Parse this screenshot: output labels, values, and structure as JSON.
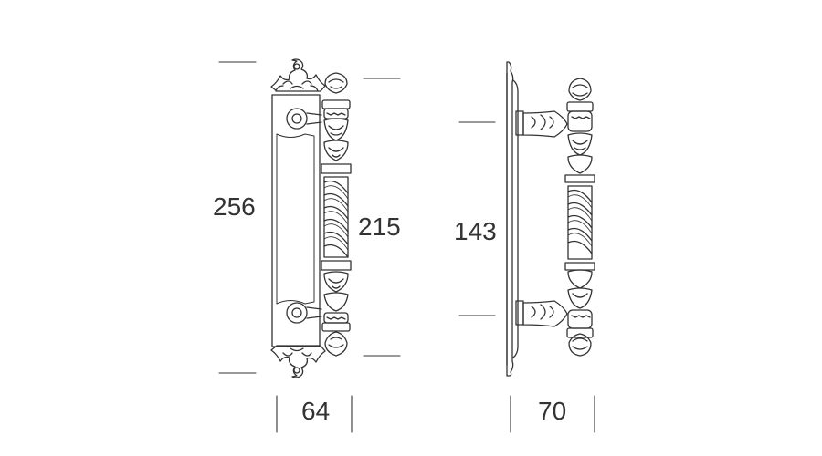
{
  "dimensions": {
    "overall_height": "256",
    "grip_length": "215",
    "center_to_center": "143",
    "front_width": "64",
    "side_depth": "70"
  },
  "colors": {
    "line": "#333333",
    "background": "#ffffff"
  }
}
